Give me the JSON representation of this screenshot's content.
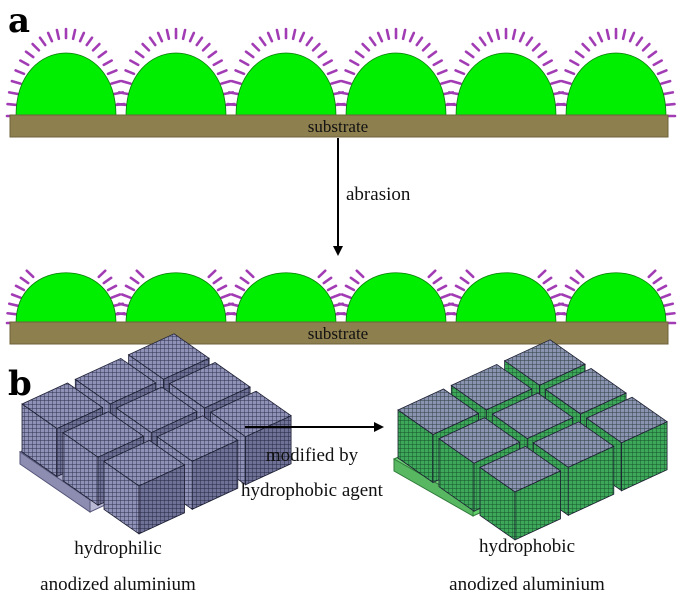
{
  "panel_a": {
    "label": "a",
    "top_substrate_label": "substrate",
    "bottom_substrate_label": "substrate",
    "arrow_label": "abrasion",
    "bump_count": 6
  },
  "panel_b": {
    "label": "b",
    "arrow_label_line1": "modified by",
    "arrow_label_line2": "hydrophobic agent",
    "left_caption_line1": "hydrophilic",
    "left_caption_line2": "anodized aluminium",
    "right_caption_line1": "hydrophobic",
    "right_caption_line2": "anodized aluminium"
  },
  "colors": {
    "bump_fill": "#00ee00",
    "hair": "#a23cb4",
    "substrate": "#8d7f4e",
    "plate_gray": "#a7a7c8",
    "plate_green": "#62d06a",
    "cube_gray": "#8f92b6",
    "cube_green": "#3ea85a"
  }
}
